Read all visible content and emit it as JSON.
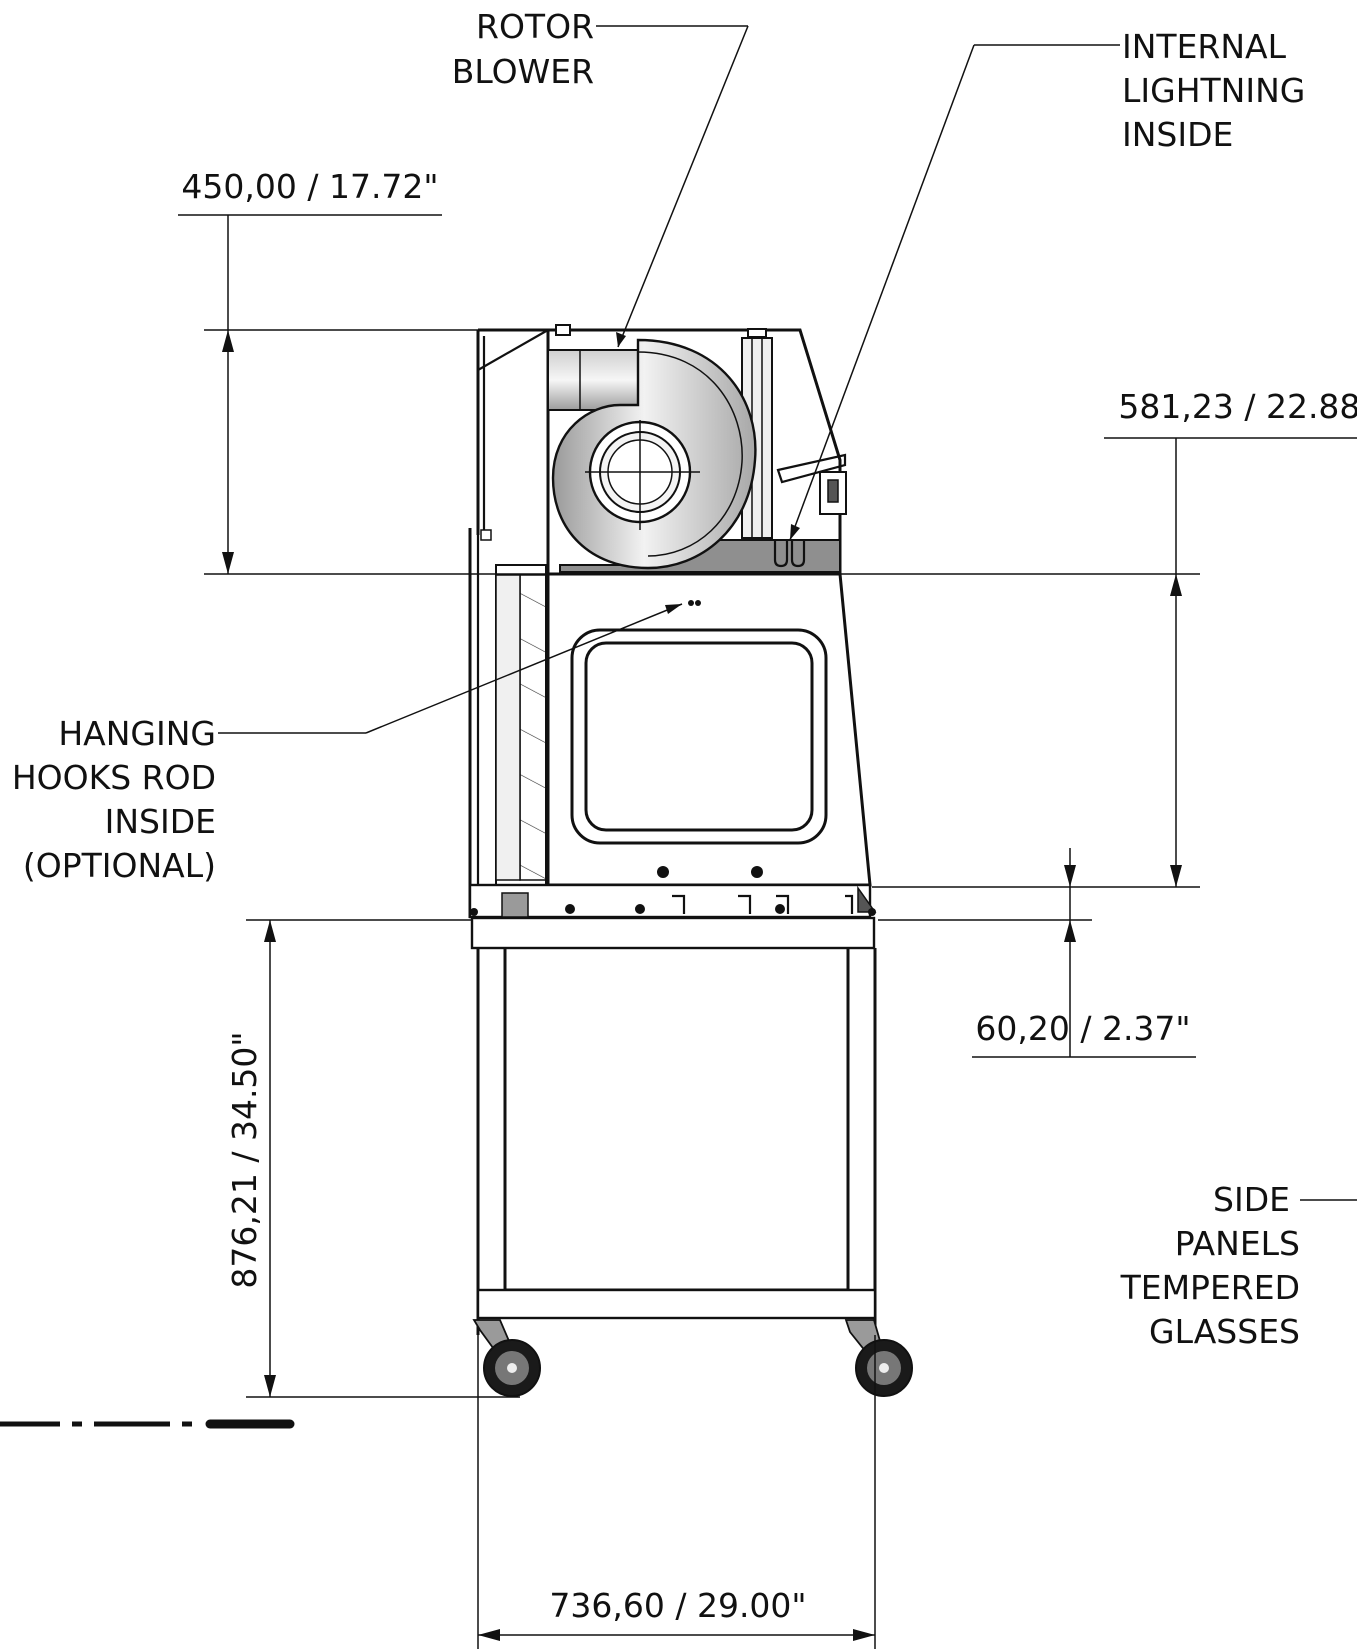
{
  "labels": {
    "rotor_blower": [
      "ROTOR",
      "BLOWER"
    ],
    "internal_lightning": [
      "INTERNAL",
      "LIGHTNING",
      "INSIDE"
    ],
    "hanging_hooks": [
      "HANGING",
      "HOOKS ROD",
      "INSIDE",
      "(OPTIONAL)"
    ],
    "side_panels": [
      "SIDE",
      "PANELS",
      "TEMPERED",
      "GLASSES"
    ]
  },
  "dimensions": {
    "blower_height": "450,00 / 17.72\"",
    "chamber_height": "581,23 / 22.88\"",
    "base_height": "60,20 / 2.37\"",
    "stand_height": "876,21 / 34.50\"",
    "overall_width": "736,60 / 29.00\""
  },
  "colors": {
    "line": "#111111",
    "shade_dark": "#8a8a8a",
    "shade_light": "#e6e6e6"
  }
}
